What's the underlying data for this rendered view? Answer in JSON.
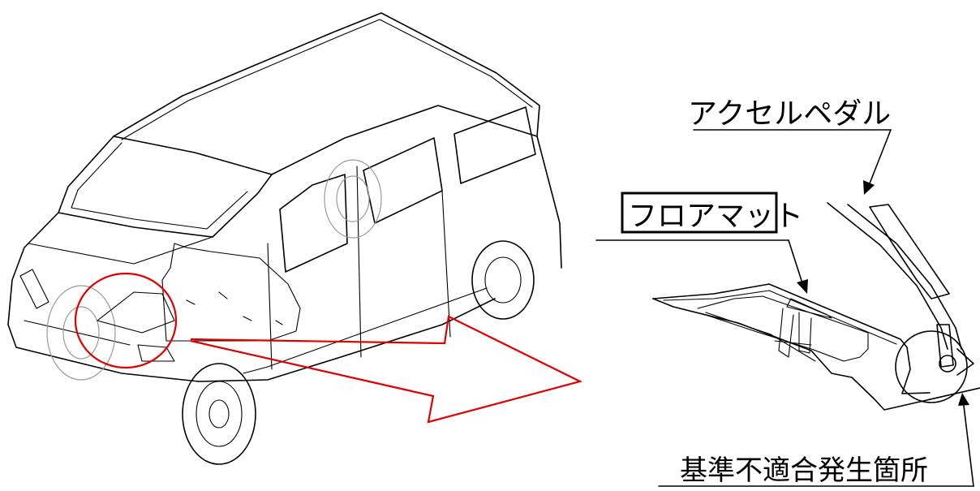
{
  "labels": {
    "accelerator_pedal": "アクセルペダル",
    "floor_mat": "フロアマット",
    "nonconformity_location": "基準不適合発生箇所"
  },
  "colors": {
    "highlight": "#e00000",
    "line": "#000000",
    "ghost": "#9a9a9a"
  }
}
